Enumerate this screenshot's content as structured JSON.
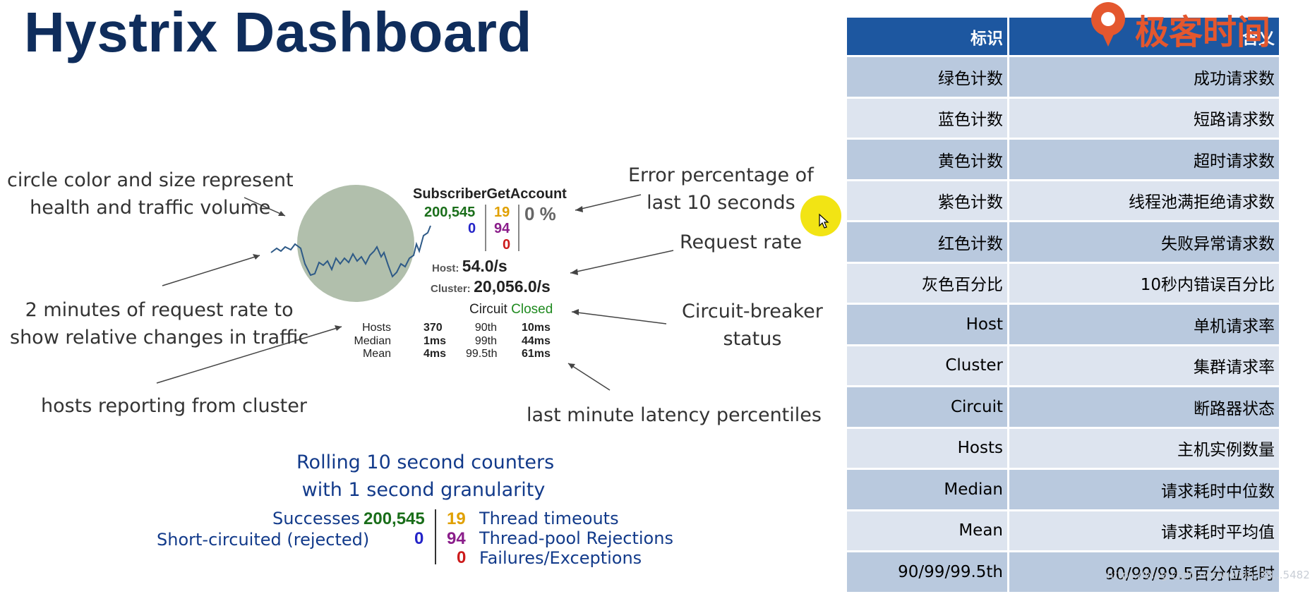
{
  "title": "Hystrix Dashboard",
  "annotations": {
    "circle": [
      "circle color and size represent",
      "health and traffic volume"
    ],
    "error_pct": [
      "Error percentage of",
      "last 10 seconds"
    ],
    "request_rate": "Request rate",
    "rate_history": [
      "2 minutes of request rate to",
      "show relative changes in traffic"
    ],
    "breaker": [
      "Circuit-breaker",
      "status"
    ],
    "hosts": "hosts reporting from cluster",
    "latency": "last minute latency percentiles"
  },
  "widget": {
    "name": "SubscriberGetAccount",
    "success": "200,545",
    "timeouts": "19",
    "short_circuited": "0",
    "threadpool_rejections": "94",
    "failures": "0",
    "error_pct": "0 %",
    "host_label": "Host:",
    "host_rate": "54.0/s",
    "cluster_label": "Cluster:",
    "cluster_rate": "20,056.0/s",
    "circuit_label": "Circuit",
    "circuit_status": "Closed",
    "stats": [
      {
        "label": "Hosts",
        "value": "370",
        "pct": "90th",
        "pct_value": "10ms"
      },
      {
        "label": "Median",
        "value": "1ms",
        "pct": "99th",
        "pct_value": "44ms"
      },
      {
        "label": "Mean",
        "value": "4ms",
        "pct": "99.5th",
        "pct_value": "61ms"
      }
    ]
  },
  "legend": {
    "heading": [
      "Rolling 10 second counters",
      "with 1 second granularity"
    ],
    "successes_label": "Successes",
    "successes_value": "200,545",
    "short_label": "Short-circuited (rejected)",
    "short_value": "0",
    "timeouts_value": "19",
    "timeouts_label": "Thread timeouts",
    "rejections_value": "94",
    "rejections_label": "Thread-pool Rejections",
    "failures_value": "0",
    "failures_label": "Failures/Exceptions"
  },
  "table": {
    "headers": [
      "标识",
      "含义"
    ],
    "rows": [
      [
        "绿色计数",
        "成功请求数"
      ],
      [
        "蓝色计数",
        "短路请求数"
      ],
      [
        "黄色计数",
        "超时请求数"
      ],
      [
        "紫色计数",
        "线程池满拒绝请求数"
      ],
      [
        "红色计数",
        "失败异常请求数"
      ],
      [
        "灰色百分比",
        "10秒内错误百分比"
      ],
      [
        "Host",
        "单机请求率"
      ],
      [
        "Cluster",
        "集群请求率"
      ],
      [
        "Circuit",
        "断路器状态"
      ],
      [
        "Hosts",
        "主机实例数量"
      ],
      [
        "Median",
        "请求耗时中位数"
      ],
      [
        "Mean",
        "请求耗时平均值"
      ],
      [
        "90/99/99.5th",
        "90/99/99.5百分位耗时"
      ]
    ]
  },
  "logo_text": "极客时间",
  "watermark": "https://blog.csdn.net/weixin_38...5482",
  "colors": {
    "title": "#0f2d5c",
    "success": "#1a6e1a",
    "short": "#2424c8",
    "timeout": "#e0a000",
    "rejection": "#8a1d8a",
    "failure": "#cc1a1a",
    "table_header": "#1d57a0",
    "logo": "#e4572e"
  }
}
